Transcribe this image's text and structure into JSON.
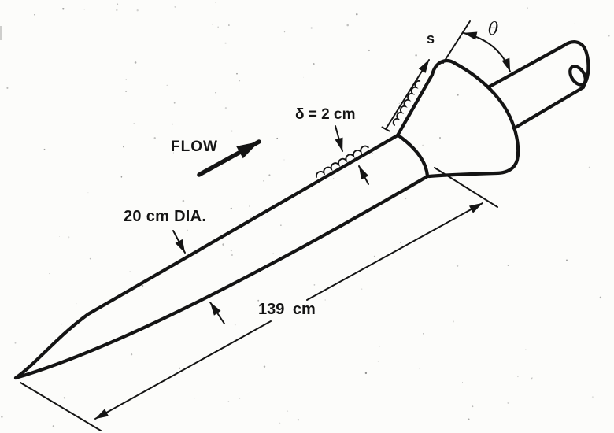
{
  "meta": {
    "kind": "hand-drawn engineering sketch",
    "subject": "ogive-cylinder body with conical flare and sting in a flow"
  },
  "colors": {
    "ink": "#141414",
    "paper": "#fcfcfa"
  },
  "labels": {
    "flow": "FLOW",
    "boundary_layer": "δ = 2 cm",
    "diameter": "20 cm DIA.",
    "length": "139 cm",
    "arc_length": "s",
    "flare_angle": "θ"
  }
}
